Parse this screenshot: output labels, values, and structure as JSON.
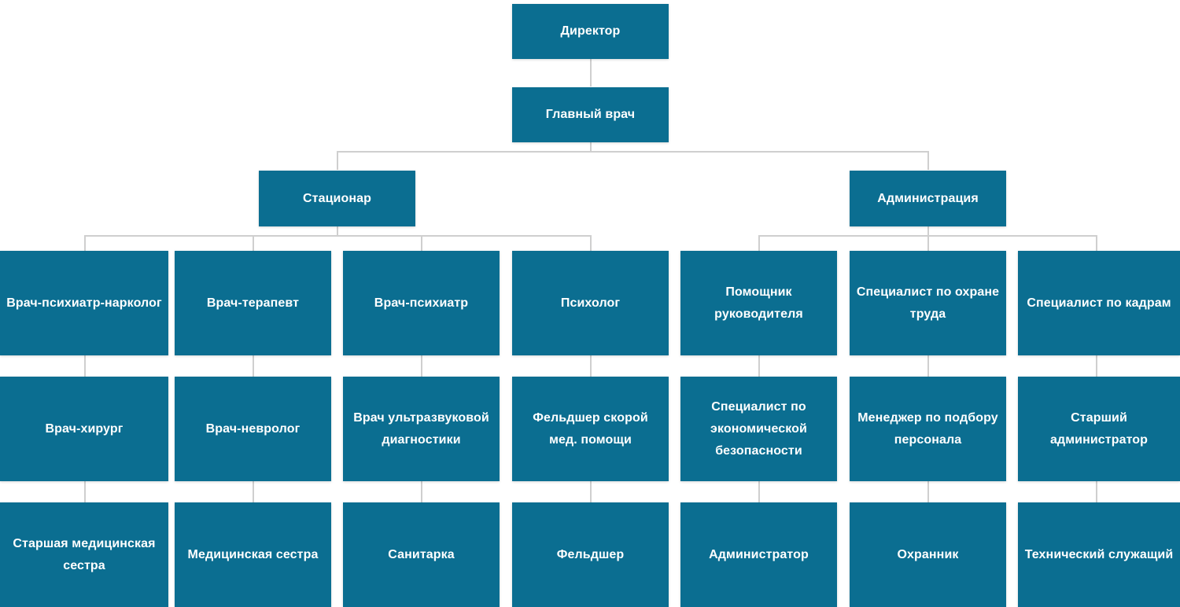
{
  "theme": {
    "box_fill": "#0b6e91",
    "box_text": "#ffffff",
    "connector": "#cfcfcf",
    "background": "#ffffff"
  },
  "chart_data": {
    "type": "diagram",
    "diagram_type": "org-chart",
    "orientation": "top-down",
    "title": "",
    "levels": 4,
    "nodes": [
      {
        "id": "director",
        "label": "Директор",
        "level": 0,
        "parent": null
      },
      {
        "id": "chief-doctor",
        "label": "Главный врач",
        "level": 1,
        "parent": "director"
      },
      {
        "id": "stationar",
        "label": "Стационар",
        "level": 2,
        "parent": "chief-doctor"
      },
      {
        "id": "administration",
        "label": "Администрация",
        "level": 2,
        "parent": "chief-doctor"
      },
      {
        "id": "psychiatrist-narcologist",
        "label": "Врач-психиатр-нарколог",
        "level": 3,
        "parent": "stationar"
      },
      {
        "id": "therapist",
        "label": "Врач-терапевт",
        "level": 3,
        "parent": "stationar"
      },
      {
        "id": "psychiatrist",
        "label": "Врач-психиатр",
        "level": 3,
        "parent": "stationar"
      },
      {
        "id": "psychologist",
        "label": "Психолог",
        "level": 3,
        "parent": "stationar"
      },
      {
        "id": "head-assistant",
        "label": "Помощник руководителя",
        "level": 3,
        "parent": "administration"
      },
      {
        "id": "labor-safety-specialist",
        "label": "Специалист по охране труда",
        "level": 3,
        "parent": "administration"
      },
      {
        "id": "hr-specialist",
        "label": "Специалист по кадрам",
        "level": 3,
        "parent": "administration"
      },
      {
        "id": "surgeon",
        "label": "Врач-хирург",
        "level": 4,
        "parent": "psychiatrist-narcologist"
      },
      {
        "id": "neurologist",
        "label": "Врач-невролог",
        "level": 4,
        "parent": "therapist"
      },
      {
        "id": "ultrasound-doctor",
        "label": "Врач ультразвуковой диагностики",
        "level": 4,
        "parent": "psychiatrist"
      },
      {
        "id": "emergency-paramedic",
        "label": "Фельдшер скорой мед. помощи",
        "level": 4,
        "parent": "psychologist"
      },
      {
        "id": "economic-security-specialist",
        "label": "Специалист по экономической безопасности",
        "level": 4,
        "parent": "head-assistant"
      },
      {
        "id": "recruitment-manager",
        "label": "Менеджер по подбору персонала",
        "level": 4,
        "parent": "labor-safety-specialist"
      },
      {
        "id": "senior-administrator",
        "label": "Старший администратор",
        "level": 4,
        "parent": "hr-specialist"
      },
      {
        "id": "senior-nurse",
        "label": "Старшая медицинская сестра",
        "level": 5,
        "parent": "surgeon"
      },
      {
        "id": "nurse",
        "label": "Медицинская сестра",
        "level": 5,
        "parent": "neurologist"
      },
      {
        "id": "orderly",
        "label": "Санитарка",
        "level": 5,
        "parent": "ultrasound-doctor"
      },
      {
        "id": "paramedic",
        "label": "Фельдшер",
        "level": 5,
        "parent": "emergency-paramedic"
      },
      {
        "id": "administrator",
        "label": "Администратор",
        "level": 5,
        "parent": "economic-security-specialist"
      },
      {
        "id": "guard",
        "label": "Охранник",
        "level": 5,
        "parent": "recruitment-manager"
      },
      {
        "id": "technical-staff",
        "label": "Технический служащий",
        "level": 5,
        "parent": "senior-administrator"
      }
    ]
  },
  "org": {
    "director": {
      "label": "Директор"
    },
    "chief_doctor": {
      "label": "Главный врач"
    },
    "departments": {
      "stationar": {
        "label": "Стационар"
      },
      "administration": {
        "label": "Администрация"
      }
    },
    "row1": {
      "c1": {
        "label": "Врач-психиатр-нарколог"
      },
      "c2": {
        "label": "Врач-терапевт"
      },
      "c3": {
        "label": "Врач-психиатр"
      },
      "c4": {
        "label": "Психолог"
      },
      "c5": {
        "label": "Помощник руководителя"
      },
      "c6": {
        "label": "Специалист по охране труда"
      },
      "c7": {
        "label": "Специалист по кадрам"
      }
    },
    "row2": {
      "c1": {
        "label": "Врач-хирург"
      },
      "c2": {
        "label": "Врач-невролог"
      },
      "c3": {
        "label": "Врач ультразвуковой диагностики"
      },
      "c4": {
        "label": "Фельдшер скорой мед. помощи"
      },
      "c5": {
        "label": "Специалист по экономической безопасности"
      },
      "c6": {
        "label": "Менеджер по подбору персонала"
      },
      "c7": {
        "label": "Старший администратор"
      }
    },
    "row3": {
      "c1": {
        "label": "Старшая медицинская сестра"
      },
      "c2": {
        "label": "Медицинская сестра"
      },
      "c3": {
        "label": "Санитарка"
      },
      "c4": {
        "label": "Фельдшер"
      },
      "c5": {
        "label": "Администратор"
      },
      "c6": {
        "label": "Охранник"
      },
      "c7": {
        "label": "Технический служащий"
      }
    }
  }
}
